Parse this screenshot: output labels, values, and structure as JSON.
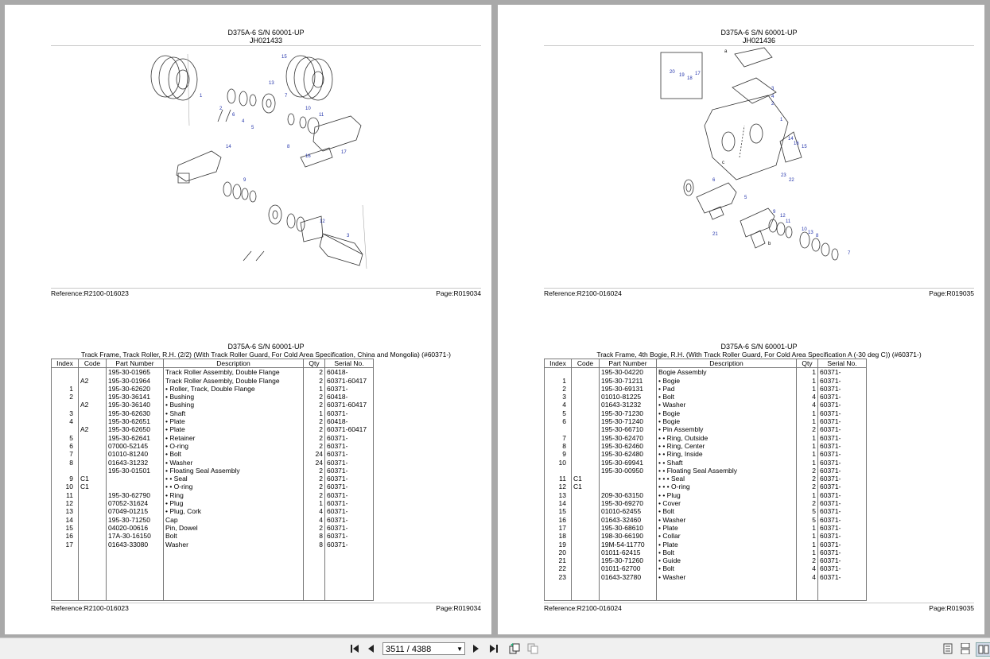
{
  "left_page": {
    "top": {
      "model": "D375A-6 S/N 60001-UP",
      "drawing_id": "JH021433",
      "reference": "Reference:R2100-016023",
      "page": "Page:R019034"
    },
    "bottom": {
      "model": "D375A-6 S/N 60001-UP",
      "title": "Track Frame, Track Roller, R.H. (2/2) (With Track Roller Guard, For Cold Area Specification, China and Mongolia) (#60371-)",
      "headers": [
        "Index",
        "Code",
        "Part Number",
        "Description",
        "Qty",
        "Serial No."
      ],
      "rows": [
        [
          "",
          "",
          "195-30-01965",
          "Track Roller Assembly, Double Flange",
          "2",
          "60418-"
        ],
        [
          "",
          "A2",
          "195-30-01964",
          "Track Roller Assembly, Double Flange",
          "2",
          "60371-60417"
        ],
        [
          "1",
          "",
          "195-30-62620",
          "• Roller, Track, Double Flange",
          "1",
          "60371-"
        ],
        [
          "2",
          "",
          "195-30-36141",
          "• Bushing",
          "2",
          "60418-"
        ],
        [
          "",
          "A2",
          "195-30-36140",
          "• Bushing",
          "2",
          "60371-60417"
        ],
        [
          "3",
          "",
          "195-30-62630",
          "• Shaft",
          "1",
          "60371-"
        ],
        [
          "4",
          "",
          "195-30-62651",
          "• Plate",
          "2",
          "60418-"
        ],
        [
          "",
          "A2",
          "195-30-62650",
          "• Plate",
          "2",
          "60371-60417"
        ],
        [
          "5",
          "",
          "195-30-62641",
          "• Retainer",
          "2",
          "60371-"
        ],
        [
          "6",
          "",
          "07000-52145",
          "• O-ring",
          "2",
          "60371-"
        ],
        [
          "7",
          "",
          "01010-81240",
          "• Bolt",
          "24",
          "60371-"
        ],
        [
          "8",
          "",
          "01643-31232",
          "• Washer",
          "24",
          "60371-"
        ],
        [
          "",
          "",
          "195-30-01501",
          "• Floating Seal Assembly",
          "2",
          "60371-"
        ],
        [
          "9",
          "C1",
          "",
          "• • Seal",
          "2",
          "60371-"
        ],
        [
          "10",
          "C1",
          "",
          "• • O-ring",
          "2",
          "60371-"
        ],
        [
          "11",
          "",
          "195-30-62790",
          "• Ring",
          "2",
          "60371-"
        ],
        [
          "12",
          "",
          "07052-31624",
          "• Plug",
          "1",
          "60371-"
        ],
        [
          "13",
          "",
          "07049-01215",
          "• Plug, Cork",
          "4",
          "60371-"
        ],
        [
          "14",
          "",
          "195-30-71250",
          "Cap",
          "4",
          "60371-"
        ],
        [
          "15",
          "",
          "04020-00616",
          "Pin, Dowel",
          "2",
          "60371-"
        ],
        [
          "16",
          "",
          "17A-30-16150",
          "Bolt",
          "8",
          "60371-"
        ],
        [
          "17",
          "",
          "01643-33080",
          "Washer",
          "8",
          "60371-"
        ]
      ],
      "reference": "Reference:R2100-016023",
      "page": "Page:R019034"
    },
    "callouts": [
      "1",
      "2",
      "3",
      "4",
      "5",
      "6",
      "7",
      "8",
      "9",
      "10",
      "11",
      "12",
      "13",
      "14",
      "15",
      "16",
      "17"
    ]
  },
  "right_page": {
    "top": {
      "model": "D375A-6 S/N 60001-UP",
      "drawing_id": "JH021436",
      "reference": "Reference:R2100-016024",
      "page": "Page:R019035"
    },
    "bottom": {
      "model": "D375A-6 S/N 60001-UP",
      "title": "Track Frame, 4th Bogie, R.H. (With Track Roller Guard, For Cold Area Specification A (-30 deg C)) (#60371-)",
      "headers": [
        "Index",
        "Code",
        "Part Number",
        "Description",
        "Qty",
        "Serial No."
      ],
      "rows": [
        [
          "",
          "",
          "195-30-04220",
          "Bogie Assembly",
          "1",
          "60371-"
        ],
        [
          "1",
          "",
          "195-30-71211",
          "• Bogie",
          "1",
          "60371-"
        ],
        [
          "2",
          "",
          "195-30-69131",
          "• Pad",
          "1",
          "60371-"
        ],
        [
          "3",
          "",
          "01010-81225",
          "• Bolt",
          "4",
          "60371-"
        ],
        [
          "4",
          "",
          "01643-31232",
          "• Washer",
          "4",
          "60371-"
        ],
        [
          "5",
          "",
          "195-30-71230",
          "• Bogie",
          "1",
          "60371-"
        ],
        [
          "6",
          "",
          "195-30-71240",
          "• Bogie",
          "1",
          "60371-"
        ],
        [
          "",
          "",
          "195-30-66710",
          "• Pin Assembly",
          "2",
          "60371-"
        ],
        [
          "7",
          "",
          "195-30-62470",
          "• • Ring, Outside",
          "1",
          "60371-"
        ],
        [
          "8",
          "",
          "195-30-62460",
          "• • Ring, Center",
          "1",
          "60371-"
        ],
        [
          "9",
          "",
          "195-30-62480",
          "• • Ring, Inside",
          "1",
          "60371-"
        ],
        [
          "10",
          "",
          "195-30-69941",
          "• • Shaft",
          "1",
          "60371-"
        ],
        [
          "",
          "",
          "195-30-00950",
          "• • Floating Seal Assembly",
          "2",
          "60371-"
        ],
        [
          "11",
          "C1",
          "",
          "• • • Seal",
          "2",
          "60371-"
        ],
        [
          "12",
          "C1",
          "",
          "• • • O-ring",
          "2",
          "60371-"
        ],
        [
          "13",
          "",
          "209-30-63150",
          "• • Plug",
          "1",
          "60371-"
        ],
        [
          "14",
          "",
          "195-30-69270",
          "• Cover",
          "2",
          "60371-"
        ],
        [
          "15",
          "",
          "01010-62455",
          "• Bolt",
          "5",
          "60371-"
        ],
        [
          "16",
          "",
          "01643-32460",
          "• Washer",
          "5",
          "60371-"
        ],
        [
          "17",
          "",
          "195-30-68610",
          "• Plate",
          "1",
          "60371-"
        ],
        [
          "18",
          "",
          "198-30-66190",
          "• Collar",
          "1",
          "60371-"
        ],
        [
          "19",
          "",
          "19M-54-11770",
          "• Plate",
          "1",
          "60371-"
        ],
        [
          "20",
          "",
          "01011-62415",
          "• Bolt",
          "1",
          "60371-"
        ],
        [
          "21",
          "",
          "195-30-71260",
          "• Guide",
          "2",
          "60371-"
        ],
        [
          "22",
          "",
          "01011-62700",
          "• Bolt",
          "4",
          "60371-"
        ],
        [
          "23",
          "",
          "01643-32780",
          "• Washer",
          "4",
          "60371-"
        ]
      ],
      "reference": "Reference:R2100-016024",
      "page": "Page:R019035"
    },
    "callouts": [
      "1",
      "2",
      "3",
      "4",
      "5",
      "6",
      "7",
      "8",
      "9",
      "10",
      "11",
      "12",
      "13",
      "14",
      "15",
      "16",
      "17",
      "18",
      "19",
      "20",
      "21",
      "22",
      "23",
      "a",
      "b",
      "c"
    ]
  },
  "toolbar": {
    "page_indicator": "3511 / 4388",
    "icons": [
      "first-page-icon",
      "prev-page-icon",
      "next-page-icon",
      "last-page-icon",
      "rotate-icon",
      "copy-icon",
      "single-page-icon",
      "continuous-icon",
      "two-page-icon"
    ]
  }
}
